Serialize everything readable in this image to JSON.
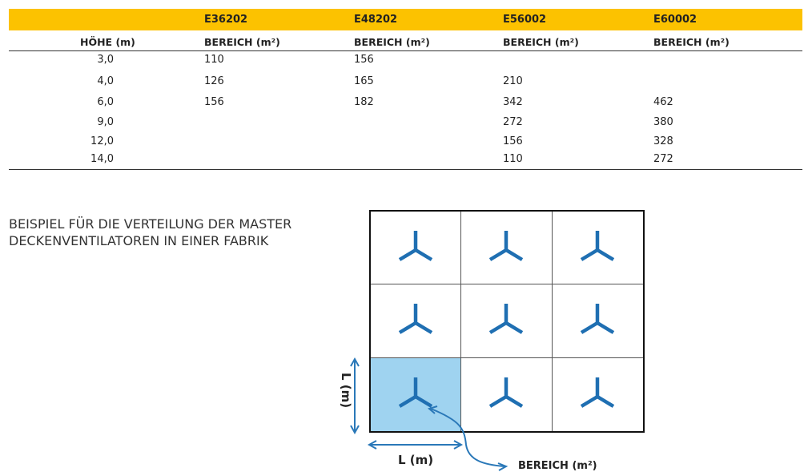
{
  "table": {
    "height_header": "HÖHE (m)",
    "models": [
      "E36202",
      "E48202",
      "E56002",
      "E60002"
    ],
    "area_header": "BEREICH (m²)",
    "rows": [
      {
        "h": "3,0",
        "v": [
          "110",
          "156",
          "",
          ""
        ]
      },
      {
        "h": "4,0",
        "v": [
          "126",
          "165",
          "210",
          ""
        ]
      },
      {
        "h": "6,0",
        "v": [
          "156",
          "182",
          "342",
          "462"
        ]
      },
      {
        "h": "9,0",
        "v": [
          "",
          "",
          "272",
          "380"
        ]
      },
      {
        "h": "12,0",
        "v": [
          "",
          "",
          "156",
          "328"
        ]
      },
      {
        "h": "14,0",
        "v": [
          "",
          "",
          "110",
          "272"
        ]
      }
    ]
  },
  "caption": {
    "line1": "BEISPIEL FÜR DIE VERTEILUNG DER MASTER",
    "line2": "DECKENVENTILATOREN IN EINER FABRIK"
  },
  "diagram": {
    "side_label": "L (m)",
    "bottom_label": "L (m)",
    "area_label": "BEREICH (m²)",
    "accent": "#1f6fb2",
    "highlight": "#9fd3f0"
  }
}
